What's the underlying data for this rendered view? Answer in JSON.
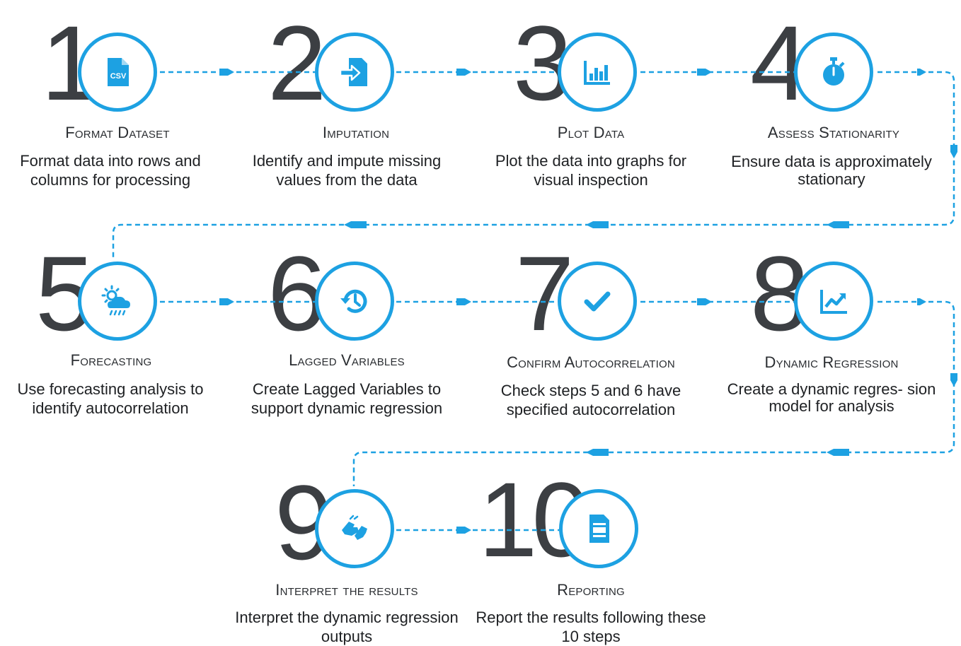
{
  "colors": {
    "accent": "#1da1e2",
    "number": "#3c3f43",
    "text": "#1e2023"
  },
  "steps": [
    {
      "number": "1",
      "title": "Format Dataset",
      "description": "Format data into rows and columns for processing",
      "icon": "csv-file-icon"
    },
    {
      "number": "2",
      "title": "Imputation",
      "description": "Identify and impute missing values from the data",
      "icon": "file-import-icon"
    },
    {
      "number": "3",
      "title": "Plot Data",
      "description": "Plot the data into graphs for visual inspection",
      "icon": "bar-chart-icon"
    },
    {
      "number": "4",
      "title": "Assess Stationarity",
      "description": "Ensure data is approximately stationary",
      "icon": "stopwatch-icon"
    },
    {
      "number": "5",
      "title": "Forecasting",
      "description": "Use forecasting analysis to identify autocorrelation",
      "icon": "weather-forecast-icon"
    },
    {
      "number": "6",
      "title": "Lagged Variables",
      "description": "Create Lagged Variables to support dynamic regression",
      "icon": "history-icon"
    },
    {
      "number": "7",
      "title": "Confirm Autocorrelation",
      "description": "Check steps 5 and 6 have specified autocorrelation",
      "icon": "checkmark-icon"
    },
    {
      "number": "8",
      "title": "Dynamic Regression",
      "description": "Create a dynamic regres- sion model for analysis",
      "icon": "trend-chart-icon"
    },
    {
      "number": "9",
      "title": "Interpret the results",
      "description": "Interpret the dynamic regression outputs",
      "icon": "sign-language-icon"
    },
    {
      "number": "10",
      "title": "Reporting",
      "description": "Report the results following these 10 steps",
      "icon": "report-document-icon"
    }
  ]
}
